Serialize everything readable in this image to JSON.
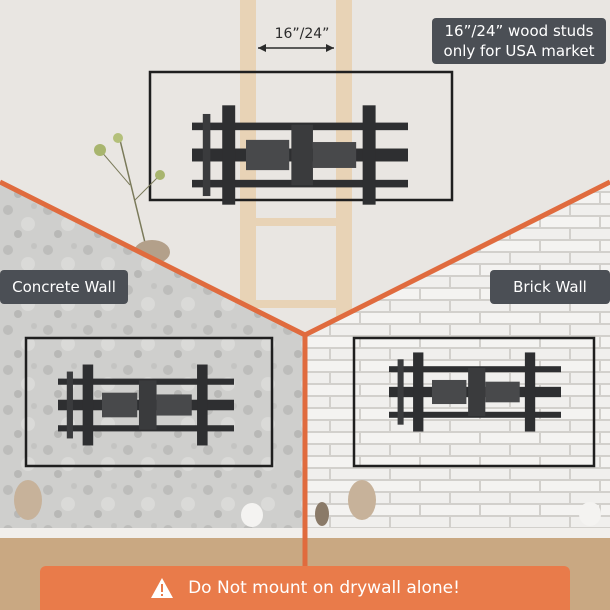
{
  "labels": {
    "wood_line1": "16”/24” wood studs",
    "wood_line2": "only for USA market",
    "concrete": "Concrete Wall",
    "brick": "Brick Wall",
    "spacing": "16”/24”"
  },
  "warning": {
    "text": "Do Not mount on drywall alone!",
    "icon": "warning-triangle-icon"
  },
  "colors": {
    "divider": "#e06b3e",
    "warning_bg": "#e97b4a",
    "label_bg": "#4b4f55",
    "stud": "#e8d3b6",
    "mount": "#2e2f31"
  }
}
